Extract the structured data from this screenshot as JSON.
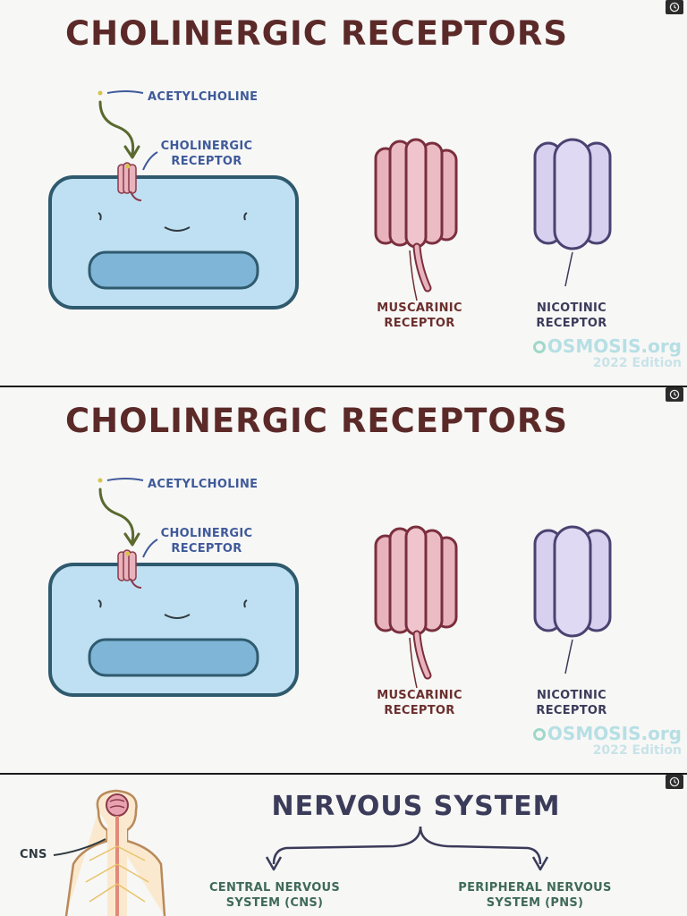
{
  "slides": [
    {
      "title": "CHOLINERGIC RECEPTORS",
      "labels": {
        "acetylcholine": "ACETYLCHOLINE",
        "cholinergic_receptor": [
          "CHOLINERGIC",
          "RECEPTOR"
        ],
        "muscarinic": [
          "MUSCARINIC",
          "RECEPTOR"
        ],
        "nicotinic": [
          "NICOTINIC",
          "RECEPTOR"
        ]
      },
      "brand": {
        "name": "OSMOSIS.org",
        "edition": "2022 Edition"
      }
    },
    {
      "title": "CHOLINERGIC RECEPTORS",
      "labels": {
        "acetylcholine": "ACETYLCHOLINE",
        "cholinergic_receptor": [
          "CHOLINERGIC",
          "RECEPTOR"
        ],
        "muscarinic": [
          "MUSCARINIC",
          "RECEPTOR"
        ],
        "nicotinic": [
          "NICOTINIC",
          "RECEPTOR"
        ]
      },
      "brand": {
        "name": "OSMOSIS.org",
        "edition": "2022 Edition"
      }
    },
    {
      "title": "NERVOUS SYSTEM",
      "labels": {
        "cns_short": "CNS",
        "central": [
          "CENTRAL NERVOUS",
          "SYSTEM (CNS)"
        ],
        "peripheral": [
          "PERIPHERAL NERVOUS",
          "SYSTEM (PNS)"
        ]
      }
    }
  ],
  "icons": {
    "timestamp": "clock-icon"
  },
  "colors": {
    "title": "#5b2a28",
    "label_blue": "#3f5a9a",
    "label_maroon": "#6b2f2d",
    "cell_fill": "#bfe0f2",
    "cell_border": "#2f5a6e",
    "muscarinic_fill": "#e9b3bd",
    "nicotinic_fill": "#d8d0ef",
    "brand": "#b6dfe4"
  }
}
